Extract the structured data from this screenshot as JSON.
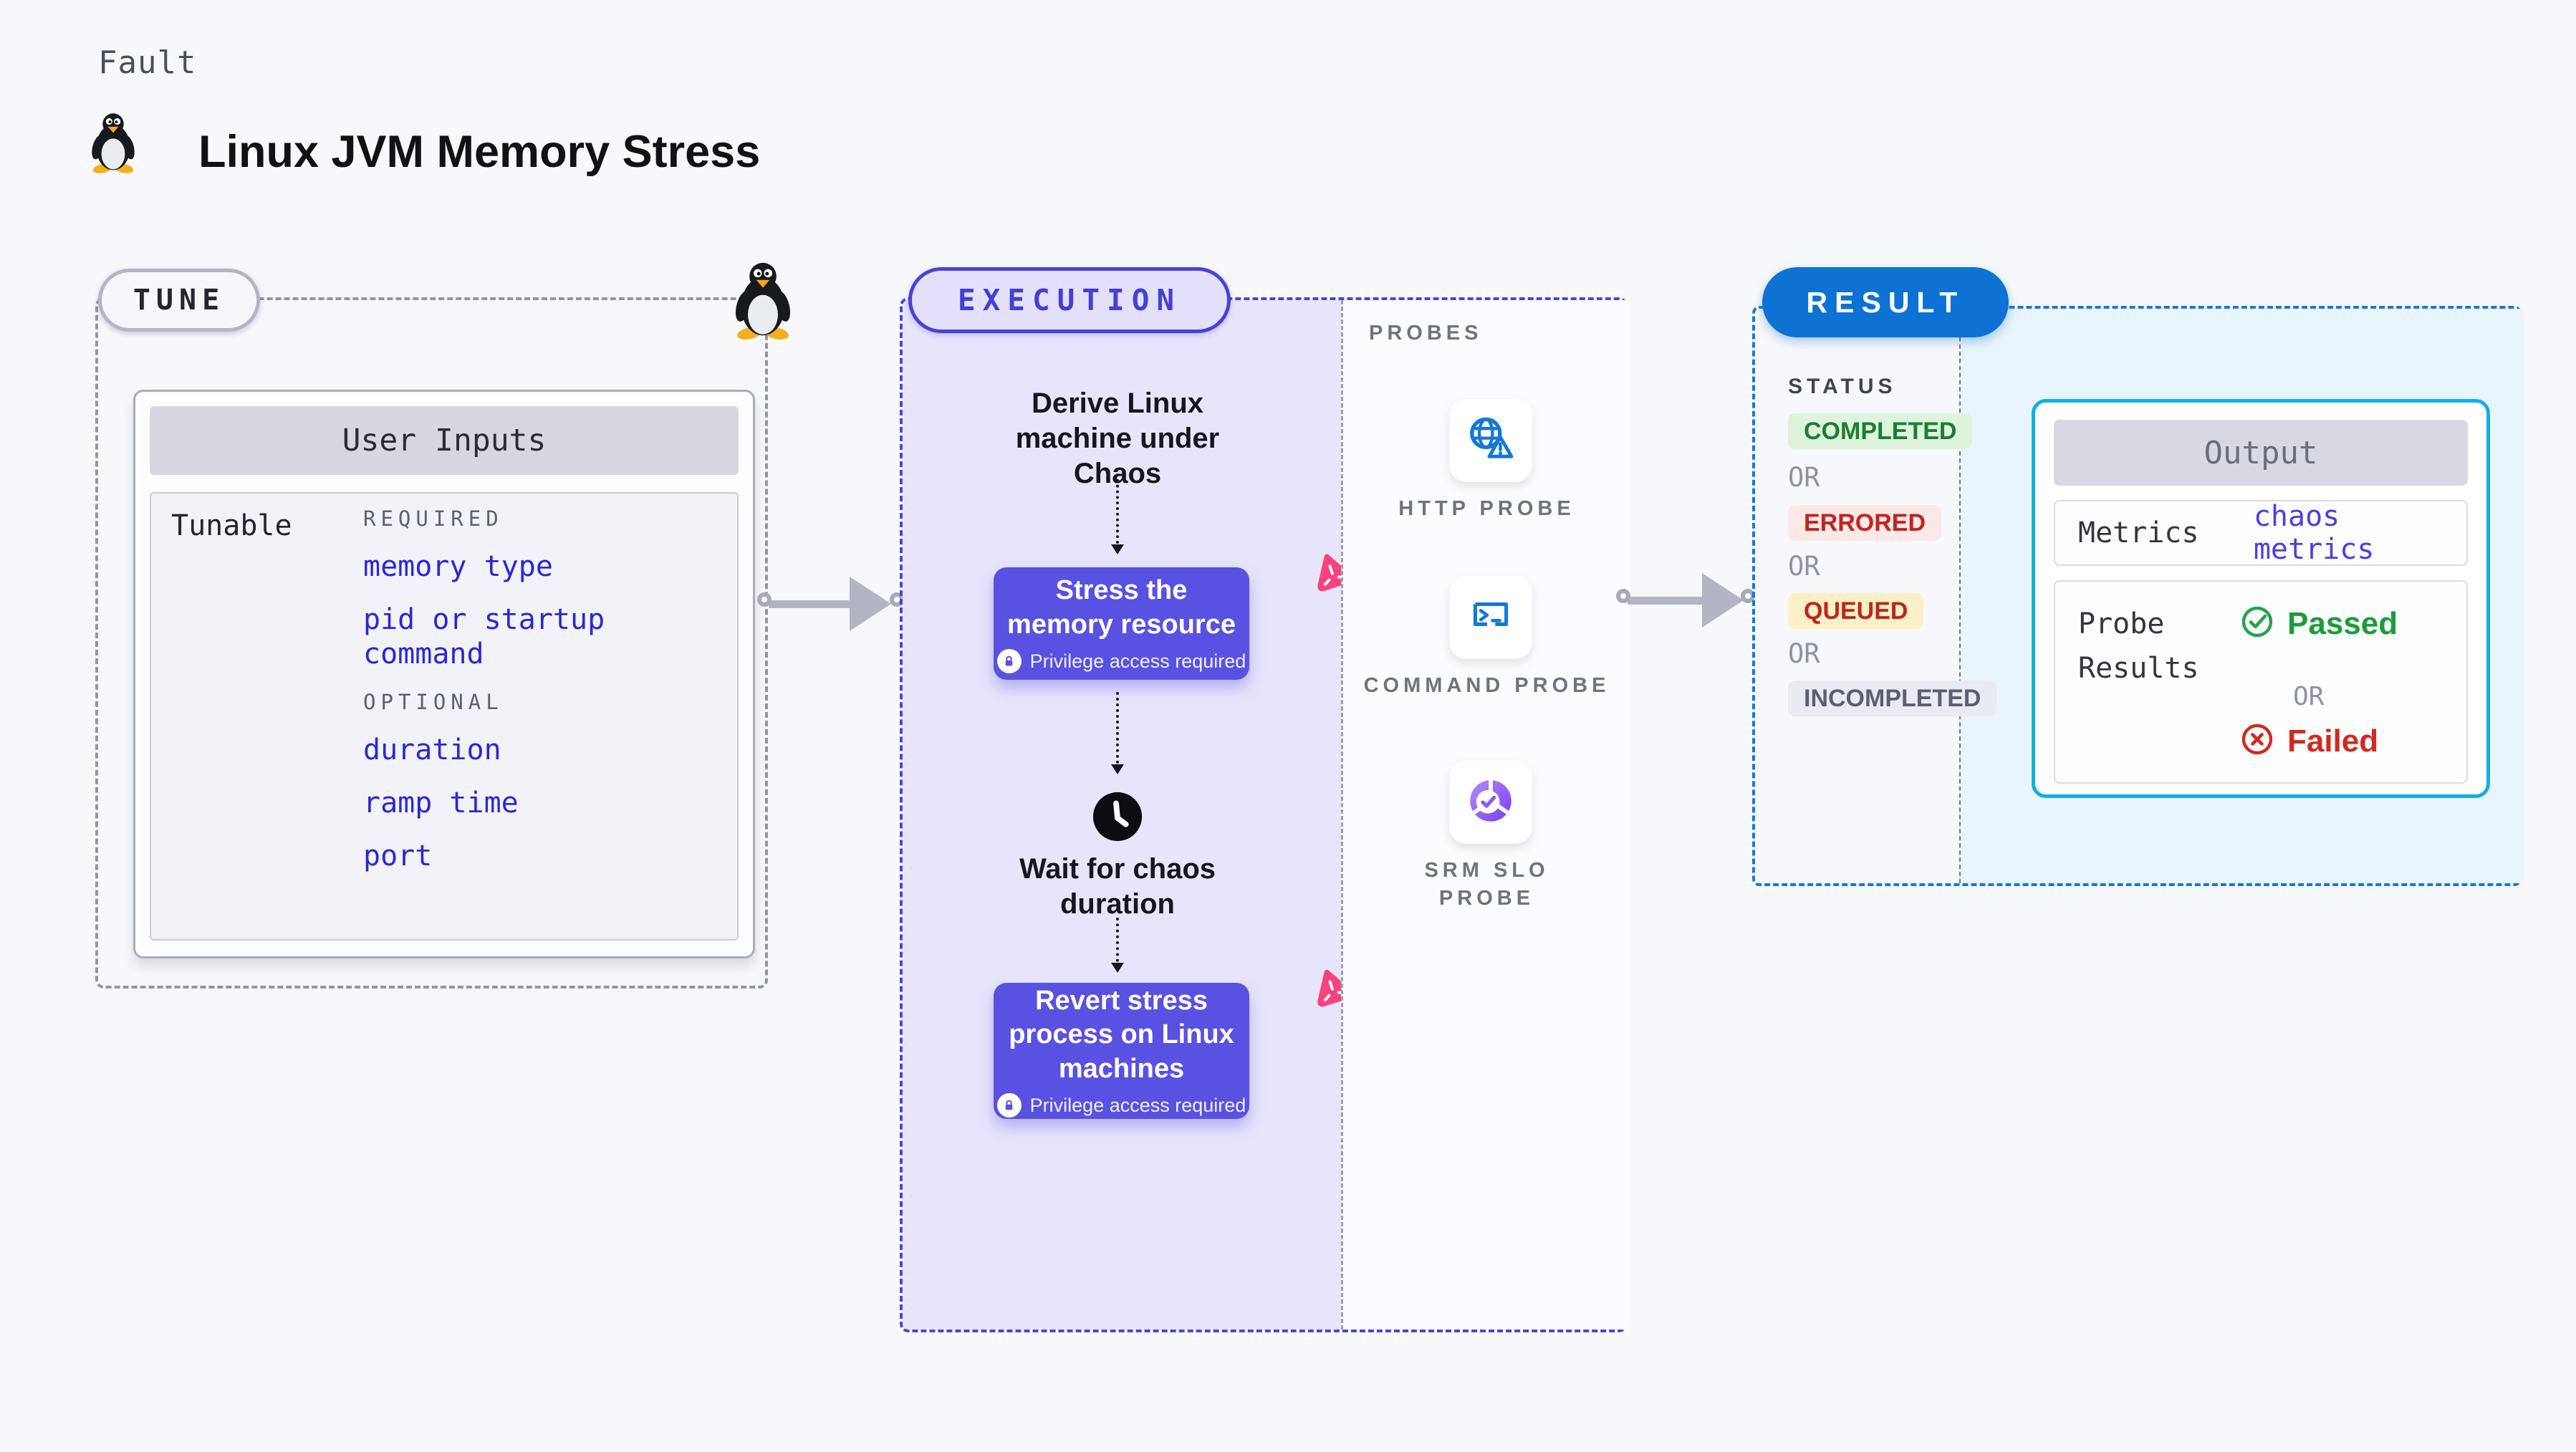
{
  "header": {
    "kicker": "Fault",
    "title": "Linux JVM Memory Stress",
    "title_icon": "tux-penguin-icon"
  },
  "tune": {
    "label": "TUNE",
    "card_title": "User Inputs",
    "row_label": "Tunable",
    "required_label": "REQUIRED",
    "required_items": [
      "memory type",
      "pid or startup command"
    ],
    "optional_label": "OPTIONAL",
    "optional_items": [
      "duration",
      "ramp time",
      "port"
    ]
  },
  "execution": {
    "label": "EXECUTION",
    "derive_step": "Derive Linux machine under Chaos",
    "stress_step": "Stress the memory resource",
    "wait_step": "Wait for chaos duration",
    "revert_step": "Revert stress process on Linux machines",
    "privilege_note": "Privilege access required"
  },
  "probes": {
    "label": "PROBES",
    "items": [
      {
        "name": "HTTP PROBE",
        "icon": "globe-alert-icon"
      },
      {
        "name": "COMMAND PROBE",
        "icon": "terminal-icon"
      },
      {
        "name": "SRM SLO PROBE",
        "icon": "slo-donut-check-icon"
      }
    ]
  },
  "result": {
    "label": "RESULT",
    "status_label": "STATUS",
    "or_label": "OR",
    "statuses": [
      {
        "text": "COMPLETED",
        "fg": "#1b7e33",
        "bg": "#def3dc"
      },
      {
        "text": "ERRORED",
        "fg": "#c4231f",
        "bg": "#fbe9e8"
      },
      {
        "text": "QUEUED",
        "fg": "#bb271c",
        "bg": "#fcf0c8"
      },
      {
        "text": "INCOMPLETED",
        "fg": "#5a5f73",
        "bg": "#e9eaf2"
      }
    ],
    "output": {
      "title": "Output",
      "metrics_label": "Metrics",
      "metrics_value": "chaos metrics",
      "probe_results_label": "Probe Results",
      "passed_label": "Passed",
      "failed_label": "Failed"
    }
  },
  "colors": {
    "page_bg": "#f7f8fb",
    "tune_dash": "#9096a3",
    "execution_dash": "#4a46d9",
    "execution_bg": "#e7e5fb",
    "node_purple": "#5951e1",
    "chaos_pink": "#f8437e",
    "probe_icon_blue": "#1478d8",
    "slo_purple": "#7b3df0",
    "result_dash": "#1879d2",
    "result_pill_blue": "#0d72d3",
    "output_border_cyan": "#15ade5",
    "output_panel_bg": "#e8f5fc",
    "input_link_blue": "#2b27d8",
    "metrics_indigo": "#4b40e2",
    "passed_green": "#1b9c39",
    "failed_red": "#d3281f"
  }
}
